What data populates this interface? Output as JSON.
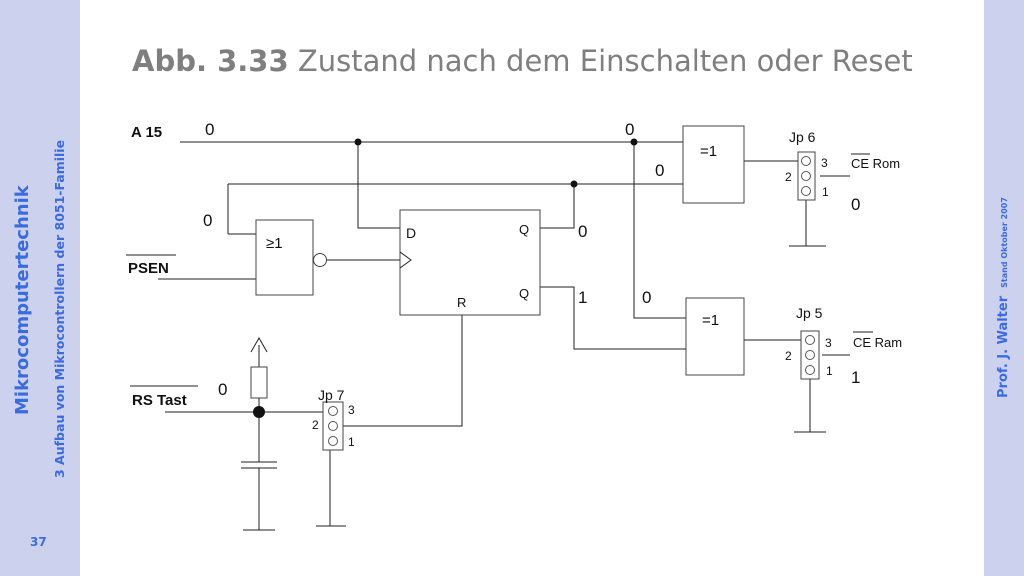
{
  "slide": {
    "course": "Mikrocomputertechnik",
    "chapter": "3 Aufbau von Mikrocontrollern der 8051-Familie",
    "author": "Prof. J. Walter",
    "stand": "Stand Oktober 2007",
    "page": "37"
  },
  "title": {
    "label": "Abb. 3.33",
    "text": "Zustand nach dem Einschalten oder Reset"
  },
  "diagram": {
    "signals": {
      "a15": "A 15",
      "psen": "PSEN",
      "rs_tast": "RS Tast",
      "ce_rom": "CE Rom",
      "ce_ram": "CE Ram"
    },
    "gates": {
      "or_gate": "≥1",
      "xor_top": "=1",
      "xor_bottom": "=1"
    },
    "flipflop": {
      "d": "D",
      "q": "Q",
      "qbar": "Q",
      "rbar": "R"
    },
    "jumpers": {
      "jp6": {
        "name": "Jp 6",
        "pins": [
          "3",
          "2",
          "1"
        ]
      },
      "jp5": {
        "name": "Jp 5",
        "pins": [
          "3",
          "2",
          "1"
        ]
      },
      "jp7": {
        "name": "Jp 7",
        "pins": [
          "3",
          "2",
          "1"
        ]
      }
    },
    "logic_levels": {
      "a15": "0",
      "xor_top_in_a": "0",
      "xor_top_in_b": "0",
      "or_in": "0",
      "q": "0",
      "qbar": "1",
      "xor_bottom_in": "0",
      "rs_tast": "0",
      "ce_rom": "0",
      "ce_ram": "1"
    }
  }
}
